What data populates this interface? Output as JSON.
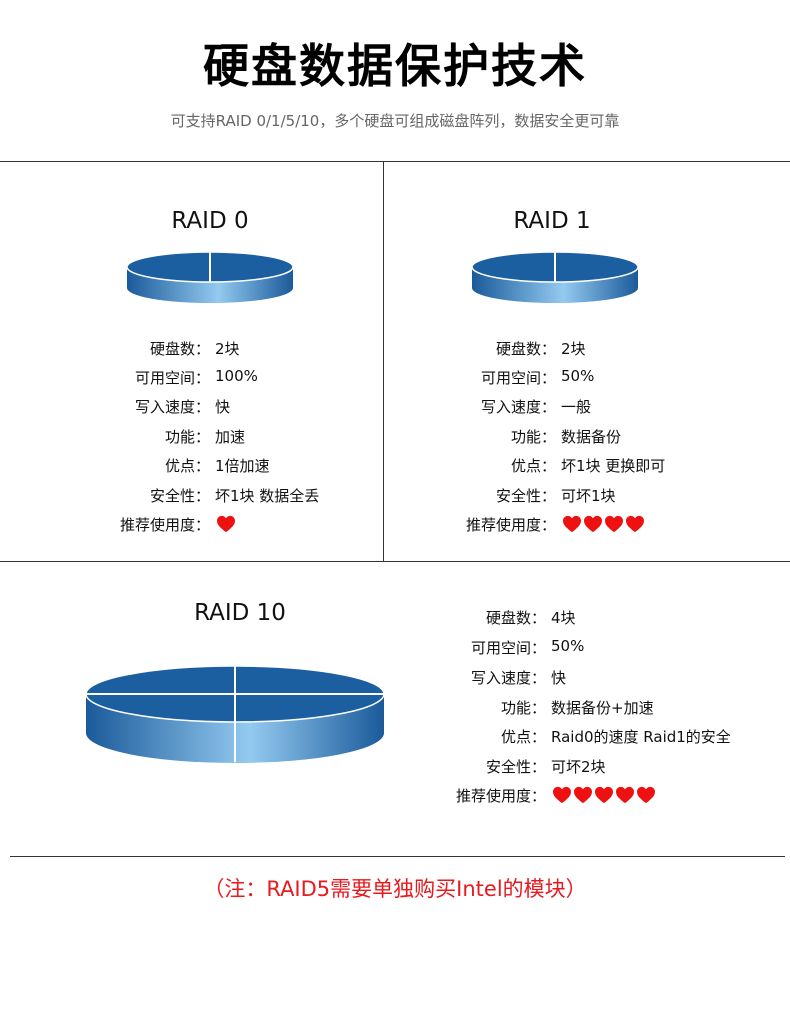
{
  "page": {
    "title": "硬盘数据保护技术",
    "subtitle": "可支持RAID 0/1/5/10，多个硬盘可组成磁盘阵列，数据安全更可靠"
  },
  "colors": {
    "disk_top": "#1c5fa0",
    "disk_side_light": "#8fc6ee",
    "disk_side_dark": "#1b5a9a",
    "heart": "#ee1111",
    "note": "#e8191f",
    "divider": "#333333"
  },
  "labels": {
    "disks": "硬盘数：",
    "capacity": "可用空间：",
    "write_speed": "写入速度：",
    "function": "功能：",
    "advantage": "优点：",
    "safety": "安全性：",
    "recommend": "推荐使用度："
  },
  "raid0": {
    "name": "RAID 0",
    "disks": "2块",
    "capacity": "100%",
    "write_speed": "快",
    "function": "加速",
    "advantage": "1倍加速",
    "safety": "坏1块 数据全丢",
    "recommend": 1
  },
  "raid1": {
    "name": "RAID 1",
    "disks": "2块",
    "capacity": "50%",
    "write_speed": "一般",
    "function": "数据备份",
    "advantage": "坏1块 更换即可",
    "safety": "可坏1块",
    "recommend": 4
  },
  "raid10": {
    "name": "RAID 10",
    "disks": "4块",
    "capacity": "50%",
    "write_speed": "快",
    "function": "数据备份+加速",
    "advantage": "Raid0的速度 Raid1的安全",
    "safety": "可坏2块",
    "recommend": 5
  },
  "footnote": "（注：RAID5需要单独购买Intel的模块）"
}
